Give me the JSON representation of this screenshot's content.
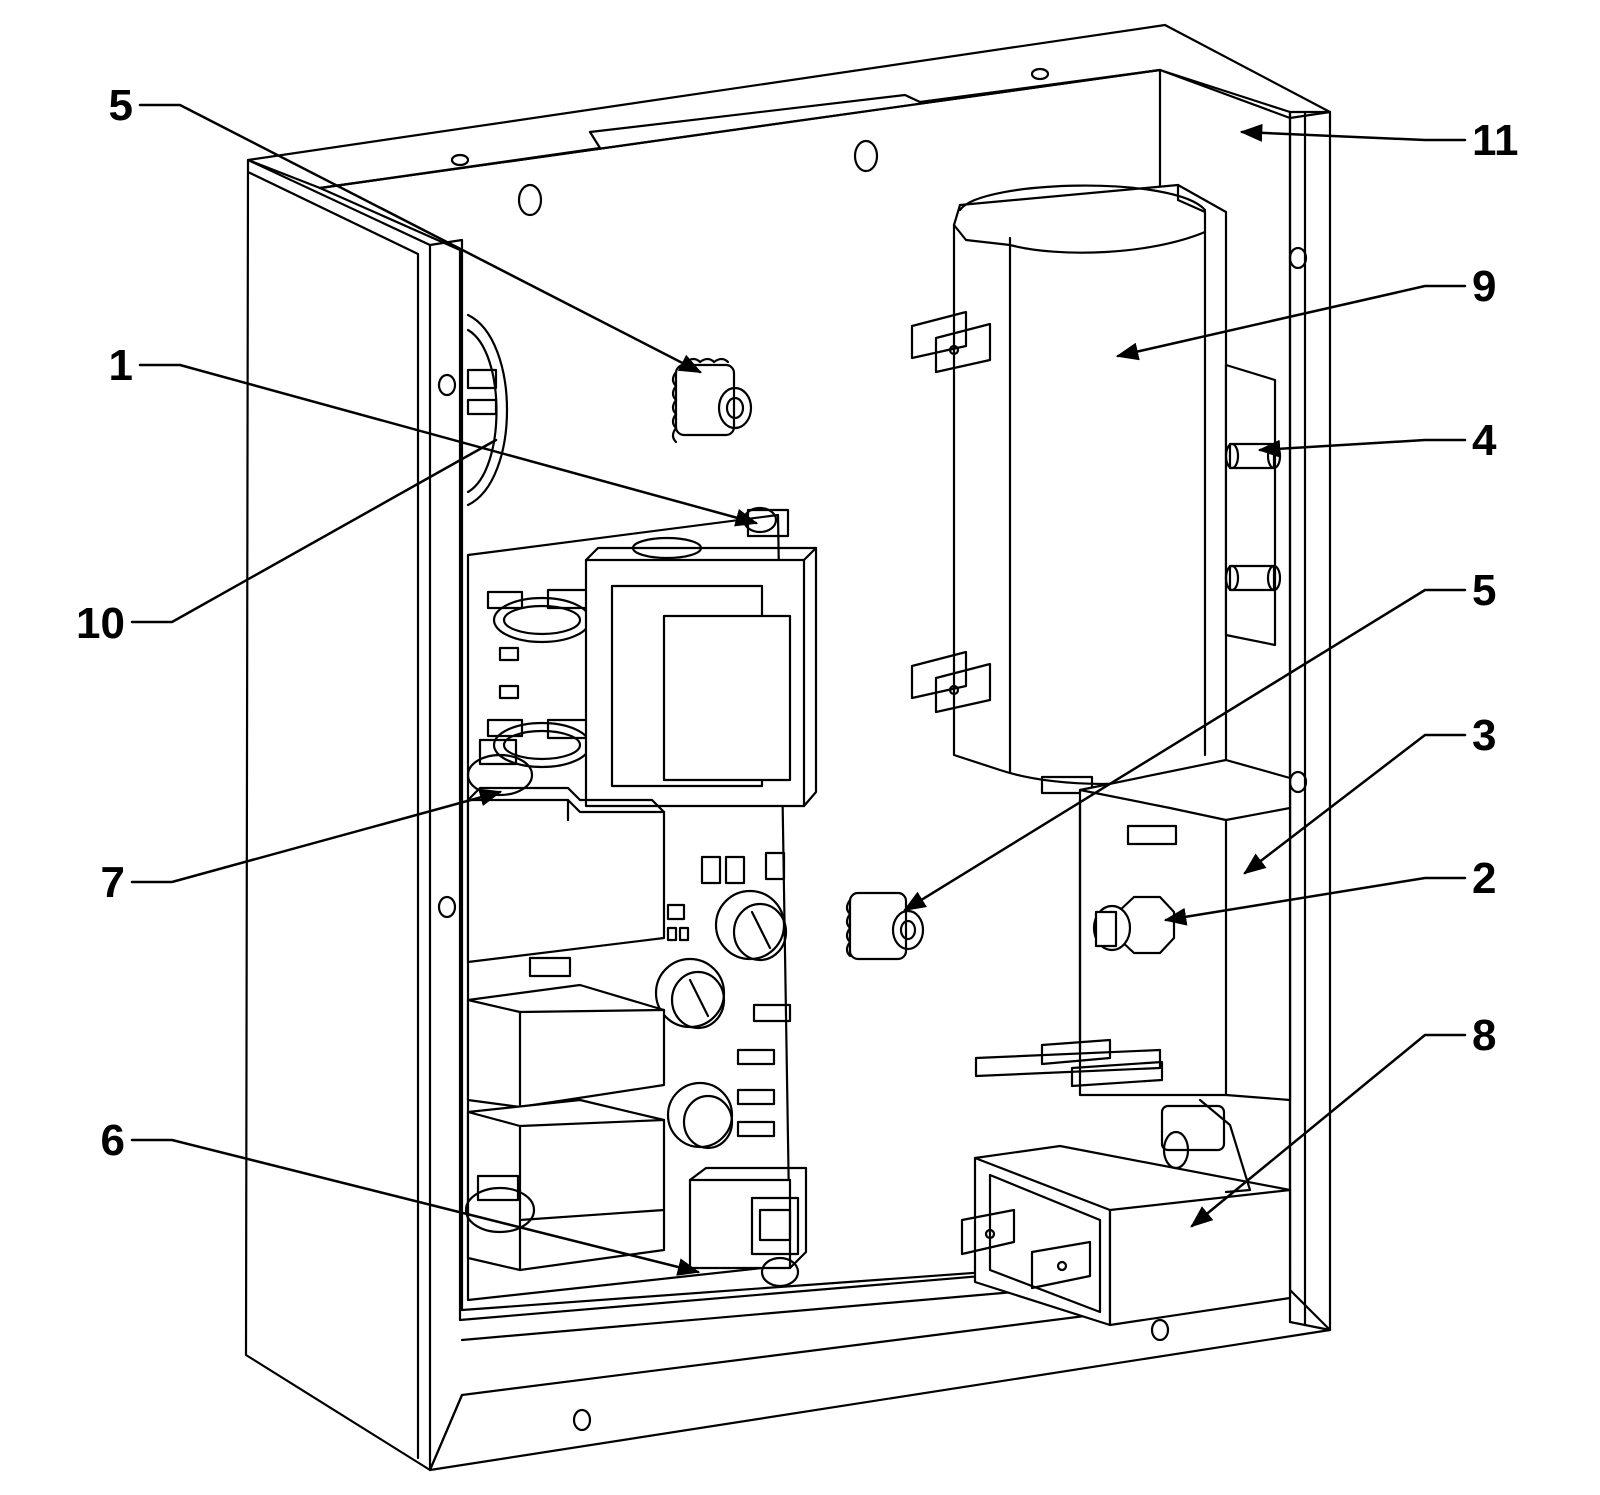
{
  "colors": {
    "ink": "#000000",
    "paper": "#ffffff"
  },
  "callouts": [
    {
      "id": "c5a",
      "label": "5"
    },
    {
      "id": "c1",
      "label": "1"
    },
    {
      "id": "c10",
      "label": "10"
    },
    {
      "id": "c7",
      "label": "7"
    },
    {
      "id": "c6",
      "label": "6"
    },
    {
      "id": "c11",
      "label": "11"
    },
    {
      "id": "c9",
      "label": "9"
    },
    {
      "id": "c4",
      "label": "4"
    },
    {
      "id": "c5b",
      "label": "5"
    },
    {
      "id": "c3",
      "label": "3"
    },
    {
      "id": "c2",
      "label": "2"
    },
    {
      "id": "c8",
      "label": "8"
    }
  ]
}
